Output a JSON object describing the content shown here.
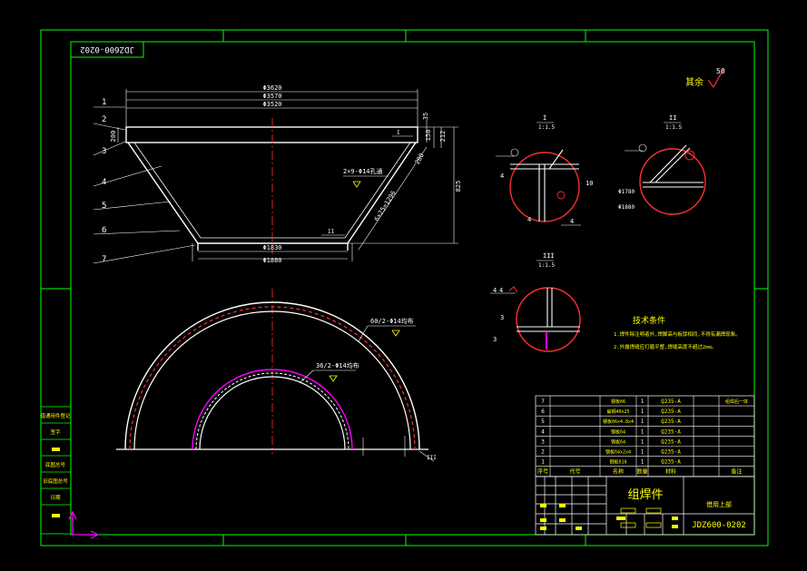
{
  "colors": {
    "background": "#000000",
    "frame": "#00ff00",
    "white": "#ffffff",
    "yellow": "#ffff00",
    "red": "#ff3030",
    "magenta": "#ff00ff",
    "cyan": "#00ffff"
  },
  "drawing_number": "JDZ600-0202",
  "drawing_number_mirrored": "JDZ600-0202",
  "part_name": "组焊件",
  "roughness": {
    "label": "其余",
    "value": "50"
  },
  "balloons": [
    "1",
    "2",
    "3",
    "4",
    "5",
    "6",
    "7"
  ],
  "front_view": {
    "dim_top_1": "Φ3620",
    "dim_top_2": "Φ3570",
    "dim_top_3": "Φ3520",
    "dim_bottom_1": "Φ1830",
    "dim_bottom_2": "Φ1880",
    "dim_left": "200",
    "dim_right_1": "35",
    "dim_right_2": "150",
    "dim_right_3": "212",
    "dim_right_4": "280",
    "dim_height": "825",
    "dim_slope": "6×25=1296",
    "hole_note": "2×9-Φ14孔通",
    "section_label_I": "I",
    "section_label_II": "II"
  },
  "plan_view": {
    "outer_note": "60/2-Φ14均布",
    "inner_note": "36/2-Φ14均布",
    "section_mark": "III"
  },
  "detail_I": {
    "label": "I",
    "scale": "1:1.5",
    "dims": [
      "4",
      "4",
      "10",
      "4"
    ]
  },
  "detail_II": {
    "label": "II",
    "scale": "1:1.5",
    "dims": [
      "Φ1780",
      "Φ1880"
    ]
  },
  "detail_III": {
    "label": "III",
    "scale": "1:1.5",
    "dims": [
      "4",
      "4",
      "3",
      "3"
    ]
  },
  "tech_req": {
    "title": "技术条件",
    "items": [
      "1.焊件除注明者外,焊脚高与板厚相同,不得有漏焊现象。",
      "2.外露焊缝应打磨平整,焊缝高度不超过2mm。"
    ]
  },
  "bom": {
    "rows": [
      {
        "no": "7",
        "name": "钢板δ6",
        "qty": "1",
        "mat": "Q235-A",
        "note": "组焊后一体"
      },
      {
        "no": "6",
        "name": "扁钢40x25",
        "qty": "1",
        "mat": "Q235-A",
        "note": ""
      },
      {
        "no": "5",
        "name": "钢板δ6x4.8x4",
        "qty": "1",
        "mat": "Q235-A",
        "note": ""
      },
      {
        "no": "4",
        "name": "钢板δ4",
        "qty": "1",
        "mat": "Q235-A",
        "note": ""
      },
      {
        "no": "3",
        "name": "钢板δ4",
        "qty": "1",
        "mat": "Q235-A",
        "note": ""
      },
      {
        "no": "2",
        "name": "钢板δ4x2x4",
        "qty": "1",
        "mat": "Q235-A",
        "note": ""
      },
      {
        "no": "1",
        "name": "钢板δ10",
        "qty": "1",
        "mat": "Q235-A",
        "note": ""
      }
    ],
    "header": {
      "no": "序号",
      "code": "代号",
      "name": "名称",
      "qty": "数量",
      "mat": "材料",
      "note": "备注"
    }
  },
  "title_block": {
    "material_label": "借用上部",
    "drawing_no": "JDZ600-0202"
  },
  "left_strip": [
    "借通用件登记",
    "旧底图总号",
    "底图总号",
    "签字",
    "日期"
  ]
}
